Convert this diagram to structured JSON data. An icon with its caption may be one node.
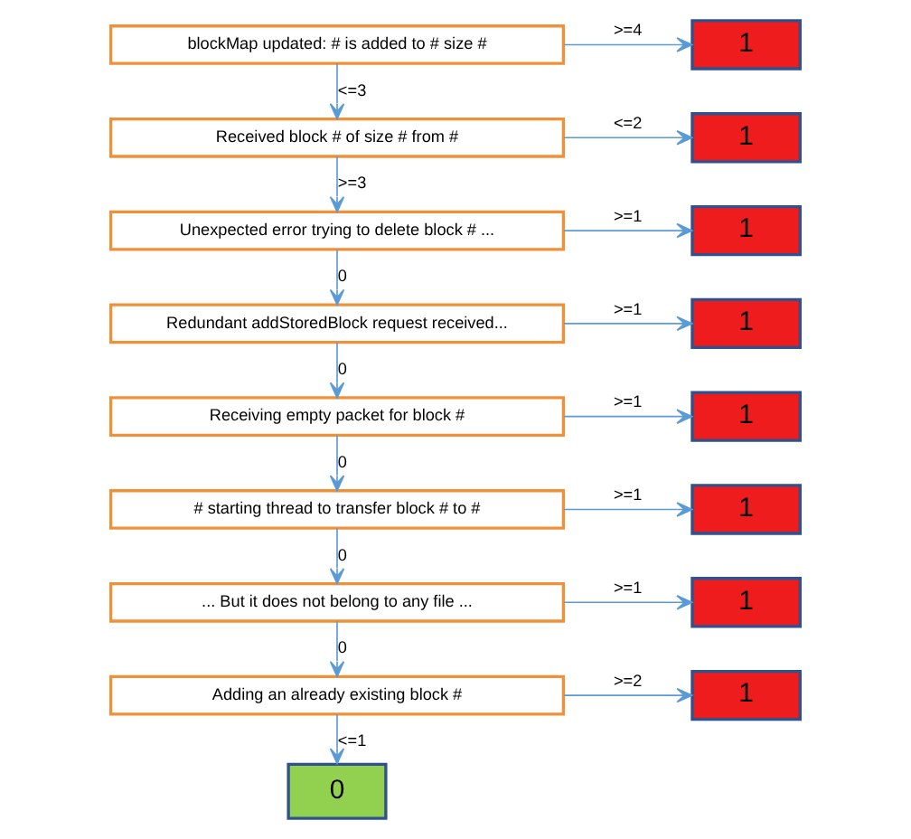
{
  "diagram": {
    "nodes": [
      {
        "text": [
          "blockMap updated: # is added to # size #"
        ]
      },
      {
        "text": [
          "1"
        ]
      },
      {
        "text": [
          "Received block # of size # from #"
        ]
      },
      {
        "text": [
          "1"
        ]
      },
      {
        "text": [
          "Unexpected error trying to delete block # ..."
        ]
      },
      {
        "text": [
          "1"
        ]
      },
      {
        "text": [
          "Redundant addStoredBlock request received..."
        ]
      },
      {
        "text": [
          "1"
        ]
      },
      {
        "text": [
          "Receiving empty packet for block #"
        ]
      },
      {
        "text": [
          "1"
        ]
      },
      {
        "text": [
          "# starting thread to transfer block # to #"
        ]
      },
      {
        "text": [
          "1"
        ]
      },
      {
        "text": [
          "... But it does not belong to any file ..."
        ]
      },
      {
        "text": [
          "1"
        ]
      },
      {
        "text": [
          "Adding an already existing block #"
        ]
      },
      {
        "text": [
          "1"
        ]
      },
      {
        "text": [
          "0"
        ]
      }
    ],
    "edges": [
      {
        "from": 0,
        "to": 1,
        "arrow": "to",
        "label": ">=4"
      },
      {
        "from": 0,
        "to": 2,
        "arrow": "to",
        "label": "<=3"
      },
      {
        "from": 2,
        "to": 3,
        "arrow": "to",
        "label": "<=2"
      },
      {
        "from": 2,
        "to": 4,
        "arrow": "to",
        "label": ">=3"
      },
      {
        "from": 4,
        "to": 5,
        "arrow": "to",
        "label": ">=1"
      },
      {
        "from": 4,
        "to": 6,
        "arrow": "to",
        "label": "0"
      },
      {
        "from": 6,
        "to": 7,
        "arrow": "to",
        "label": ">=1"
      },
      {
        "from": 6,
        "to": 8,
        "arrow": "to",
        "label": "0"
      },
      {
        "from": 8,
        "to": 9,
        "arrow": "to",
        "label": ">=1"
      },
      {
        "from": 8,
        "to": 10,
        "arrow": "to",
        "label": "0"
      },
      {
        "from": 10,
        "to": 11,
        "arrow": "to",
        "label": ">=1"
      },
      {
        "from": 10,
        "to": 12,
        "arrow": "to",
        "label": "0"
      },
      {
        "from": 12,
        "to": 13,
        "arrow": "to",
        "label": ">=1"
      },
      {
        "from": 12,
        "to": 14,
        "arrow": "to",
        "label": "0"
      },
      {
        "from": 14,
        "to": 15,
        "arrow": "to",
        "label": ">=2"
      },
      {
        "from": 14,
        "to": 16,
        "arrow": "to",
        "label": "<=1"
      }
    ]
  }
}
